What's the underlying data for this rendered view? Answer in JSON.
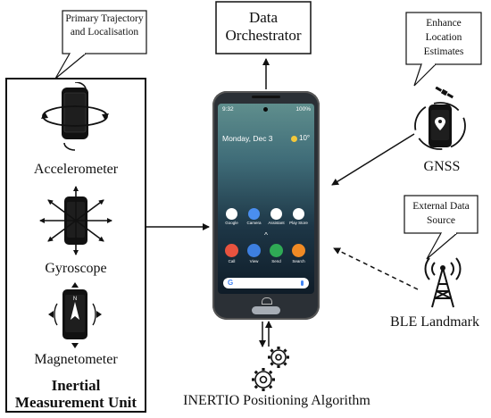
{
  "imu": {
    "callout": "Primary Trajectory and Localisation",
    "sensors": [
      "Accelerometer",
      "Gyroscope",
      "Magnetometer"
    ],
    "title_line1": "Inertial",
    "title_line2": "Measurement Unit"
  },
  "orchestrator": {
    "line1": "Data",
    "line2": "Orchestrator"
  },
  "gnss": {
    "callout": "Enhance Location Estimates",
    "label": "GNSS"
  },
  "ble": {
    "callout": "External Data Source",
    "label": "BLE Landmark"
  },
  "algorithm": {
    "label": "INERTIO Positioning Algorithm"
  },
  "phone": {
    "time": "9:32",
    "battery": "100%",
    "date": "Monday, Dec 3",
    "temp": "10°",
    "apps_row1": [
      "Google",
      "Camera",
      "Assistant",
      "Play Store"
    ],
    "apps_row2": [
      "Call",
      "View",
      "Send",
      "Search"
    ],
    "search_logo": "G"
  },
  "colors": {
    "line": "#111111",
    "phone_body": "#2b3036",
    "screen_top": "#3f6c78",
    "screen_bottom": "#0f1c28"
  }
}
